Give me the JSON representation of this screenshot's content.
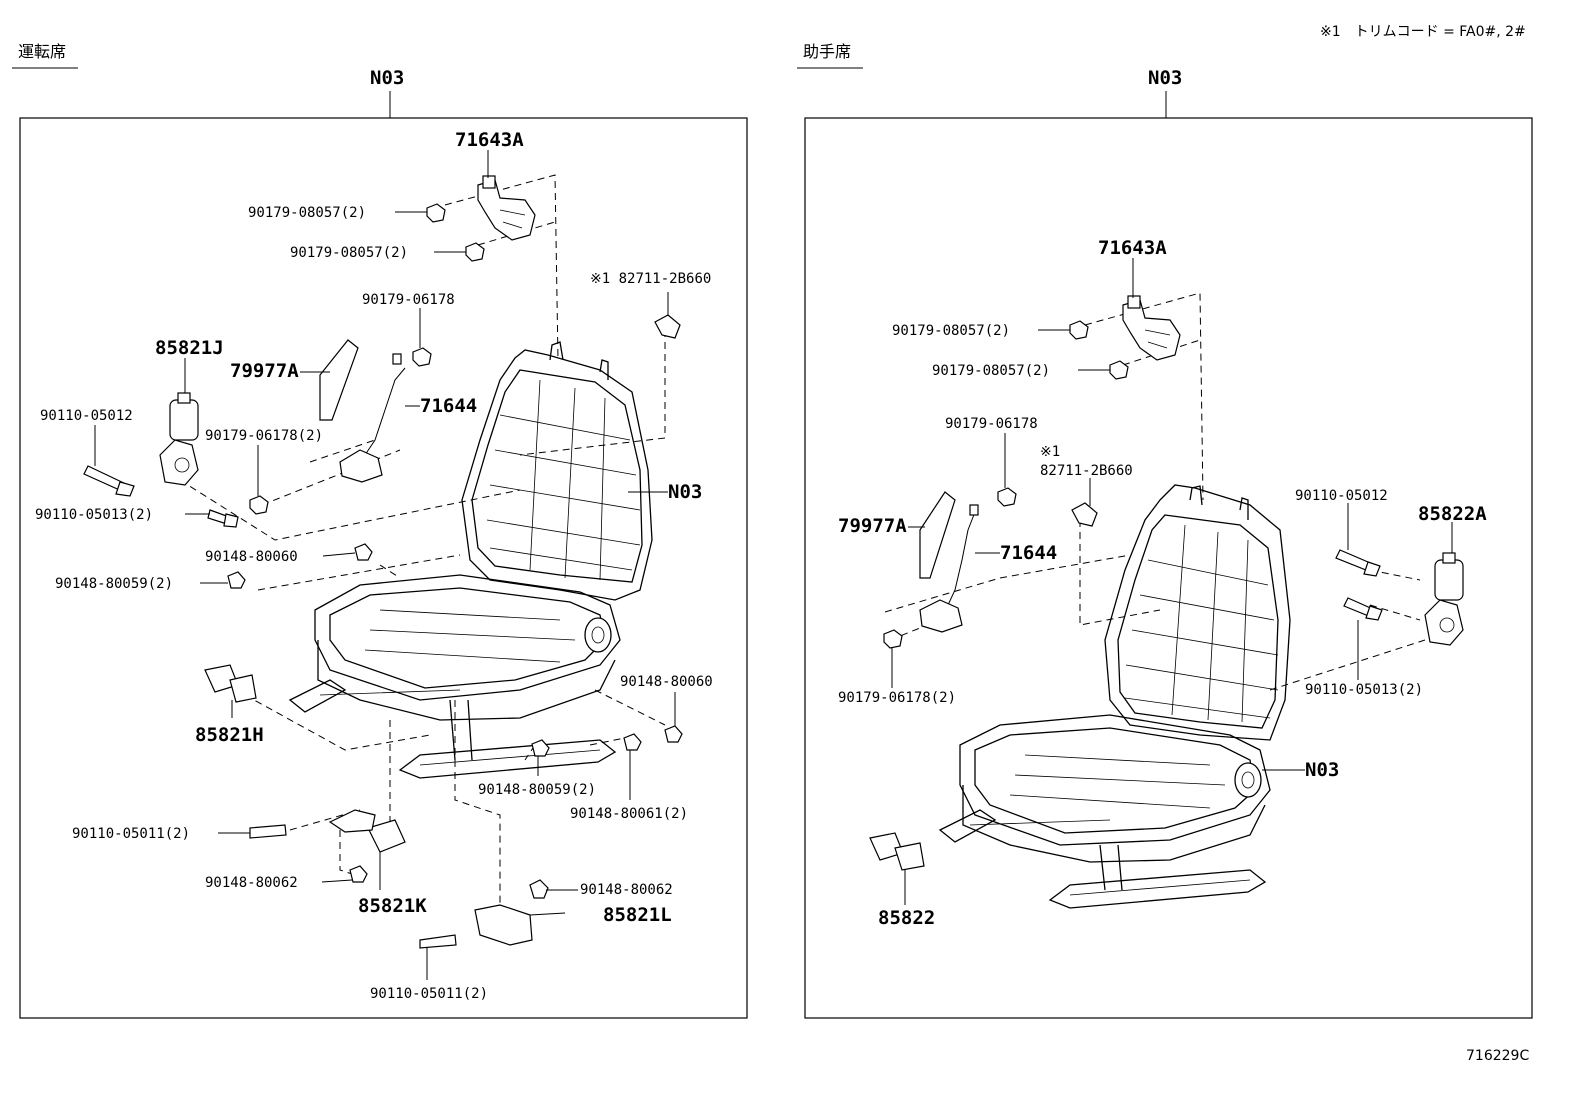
{
  "note": "※1　トリムコード = FA0#, 2#",
  "figure_code": "716229C",
  "panels": {
    "driver": {
      "title": "運転席",
      "group": "N03",
      "labels": {
        "p71643A": "71643A",
        "p90179_08057_a": "90179-08057(2)",
        "p90179_08057_b": "90179-08057(2)",
        "p82711": "※1 82711-2B660",
        "p90179_06178": "90179-06178",
        "p85821J": "85821J",
        "p79977A": "79977A",
        "p71644": "71644",
        "p90110_05012": "90110-05012",
        "p90179_06178_2": "90179-06178(2)",
        "pN03": "N03",
        "p90110_05013": "90110-05013(2)",
        "p90148_80060_a": "90148-80060",
        "p90148_80059_a": "90148-80059(2)",
        "p90148_80060_b": "90148-80060",
        "p85821H": "85821H",
        "p90148_80059_b": "90148-80059(2)",
        "p90148_80061": "90148-80061(2)",
        "p90110_05011_a": "90110-05011(2)",
        "p90148_80062_a": "90148-80062",
        "p85821K": "85821K",
        "p90148_80062_b": "90148-80062",
        "p85821L": "85821L",
        "p90110_05011_b": "90110-05011(2)"
      }
    },
    "passenger": {
      "title": "助手席",
      "group": "N03",
      "labels": {
        "p71643A": "71643A",
        "p90179_08057_a": "90179-08057(2)",
        "p90179_08057_b": "90179-08057(2)",
        "p90179_06178": "90179-06178",
        "p82711_mark": "※1",
        "p82711": "82711-2B660",
        "p90110_05012": "90110-05012",
        "p85822A": "85822A",
        "p79977A": "79977A",
        "p71644": "71644",
        "p90110_05013": "90110-05013(2)",
        "p90179_06178_2": "90179-06178(2)",
        "pN03": "N03",
        "p85822": "85822"
      }
    }
  }
}
